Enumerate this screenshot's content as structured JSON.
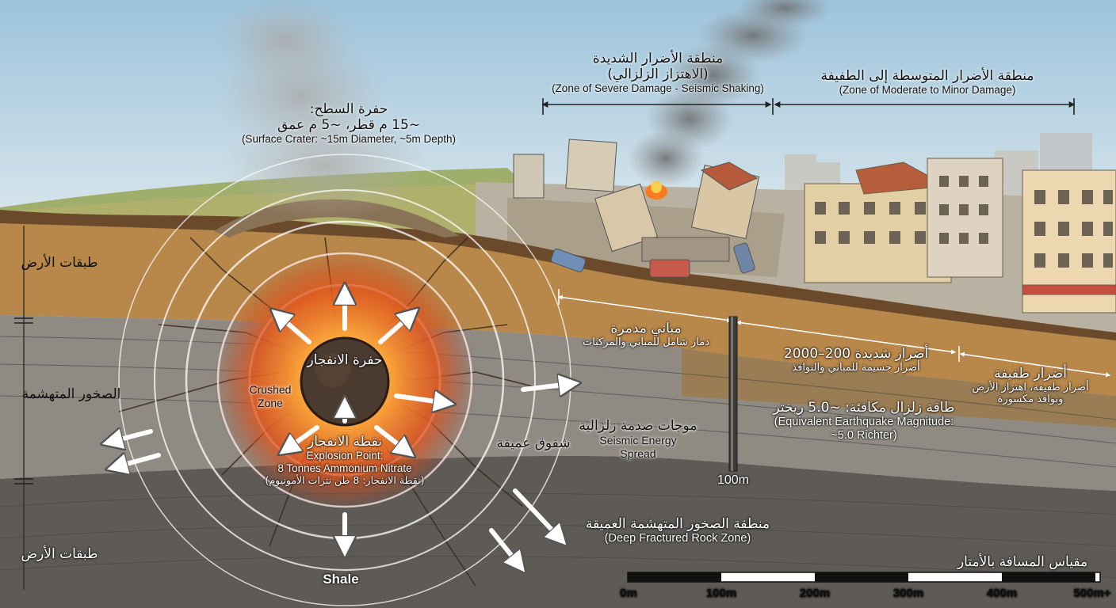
{
  "crater": {
    "title_ar": "حفرة السطح:",
    "line2_ar": "~15 م قطر، ~5 م عمق",
    "en": "(Surface Crater: ~15m Diameter, ~5m Depth)"
  },
  "severe_zone": {
    "ar1": "منطقة الأضرار الشديدة",
    "ar2": "(الاهتزاز الزلزالي)",
    "en": "(Zone of Severe Damage - Seismic Shaking)"
  },
  "moderate_zone": {
    "ar": "منطقة الأضرار المتوسطة إلى الطفيفة",
    "en": "(Zone of Moderate to Minor Damage)"
  },
  "layers": {
    "earth_top": "طبقات الأرض",
    "fractured_rock": "الصخور المتهشمة",
    "earth_bottom": "طبقات الأرض"
  },
  "blast": {
    "crater_ar": "حفرة الانفجار",
    "crushed_en": "Crushed Zone",
    "point_ar": "نقطة الانفجار",
    "point_en1": "Explosion Point:",
    "point_en2": "8 Tonnes Ammonium Nitrate",
    "point_ar2": "(نقطة الانفجار: 8 طن نترات الأمونيوم)",
    "shale": "Shale",
    "deep_cracks_ar": "شقوق عميقة"
  },
  "seismic": {
    "ar": "موجات صدمة زلزالية",
    "en1": "Seismic Energy",
    "en2": "Spread"
  },
  "damage": {
    "destroyed_ar": "مباني مدمرة",
    "destroyed_sub_ar": "دمار شامل للمباني والمركبات",
    "severe_ar": "أضرار شديدة 200–2000",
    "severe_sub_ar": "أضرار جسيمة للمباني والنوافذ",
    "minor_ar": "أضرار طفيفة",
    "minor_sub1_ar": "أضرار طفيفة، اهتزاز الأرض",
    "minor_sub2_ar": "ونوافذ مكسورة",
    "marker_100m": "100m"
  },
  "magnitude": {
    "ar": "طاقة زلزال مكافئة: ~5.0 ريختر",
    "en1": "(Equivalent Earthquake Magnitude:",
    "en2": "~5.0 Richter)"
  },
  "deep_zone": {
    "ar": "منطقة الصخور المتهشمة العميقة",
    "en": "(Deep Fractured Rock Zone)"
  },
  "scale": {
    "title_ar": "مقياس المسافة بالأمتار",
    "labels": [
      "0m",
      "100m",
      "200m",
      "300m",
      "400m",
      "500m+"
    ]
  },
  "colors": {
    "sky_top": "#9cc3dc",
    "sky_bottom": "#dde9ee",
    "soil_upper": "#b8874a",
    "rock_mid": "#8a8580",
    "rock_deep": "#56534f",
    "fireball": "#f26a1b"
  }
}
